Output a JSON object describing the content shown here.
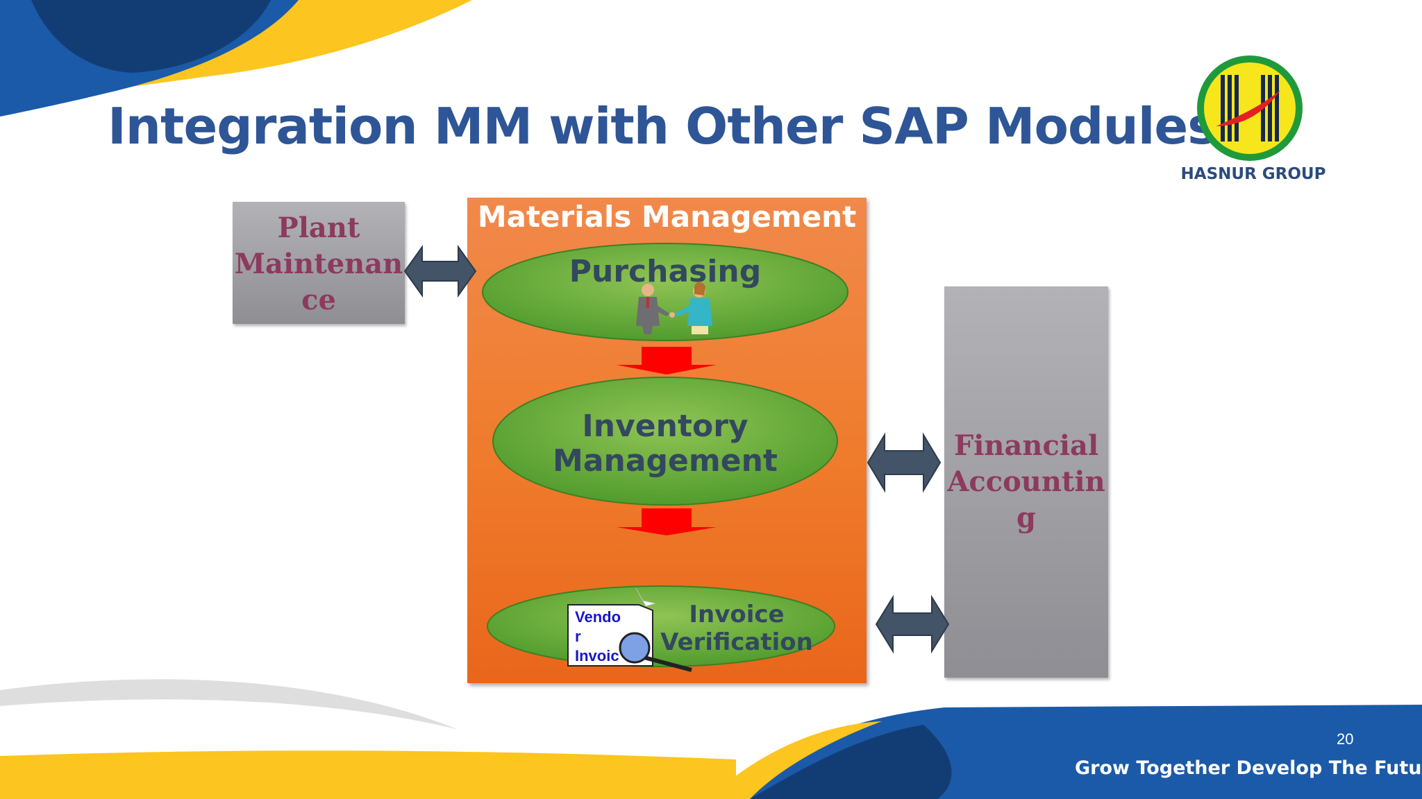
{
  "slide": {
    "title": "Integration MM with Other SAP Modules",
    "page_number": "20",
    "slogan": "Grow Together Develop The Future"
  },
  "logo": {
    "name": "HASNUR GROUP"
  },
  "diagram": {
    "plant_maintenance": [
      "Plant",
      "Maintenan",
      "ce"
    ],
    "materials_management": {
      "title": "Materials Management",
      "purchasing": "Purchasing",
      "inventory": [
        "Inventory",
        "Management"
      ],
      "invoice": [
        "Invoice",
        "Verification"
      ],
      "vendor_invoice": [
        "Vendo",
        "r",
        "Invoic"
      ]
    },
    "financial_accounting": [
      "Financial",
      "Accountin",
      "g"
    ]
  },
  "colors": {
    "title_blue": "#2e5596",
    "orange": "#ef7b2b",
    "ellipse_green": "#6aaa3a",
    "gray_box": "#a2a1a6",
    "label_maroon": "#8c3a5e",
    "arrow_slate": "#435368",
    "down_arrow_red": "#ff0000",
    "band_yellow": "#fcc51f",
    "band_blue": "#1b5aa8"
  }
}
